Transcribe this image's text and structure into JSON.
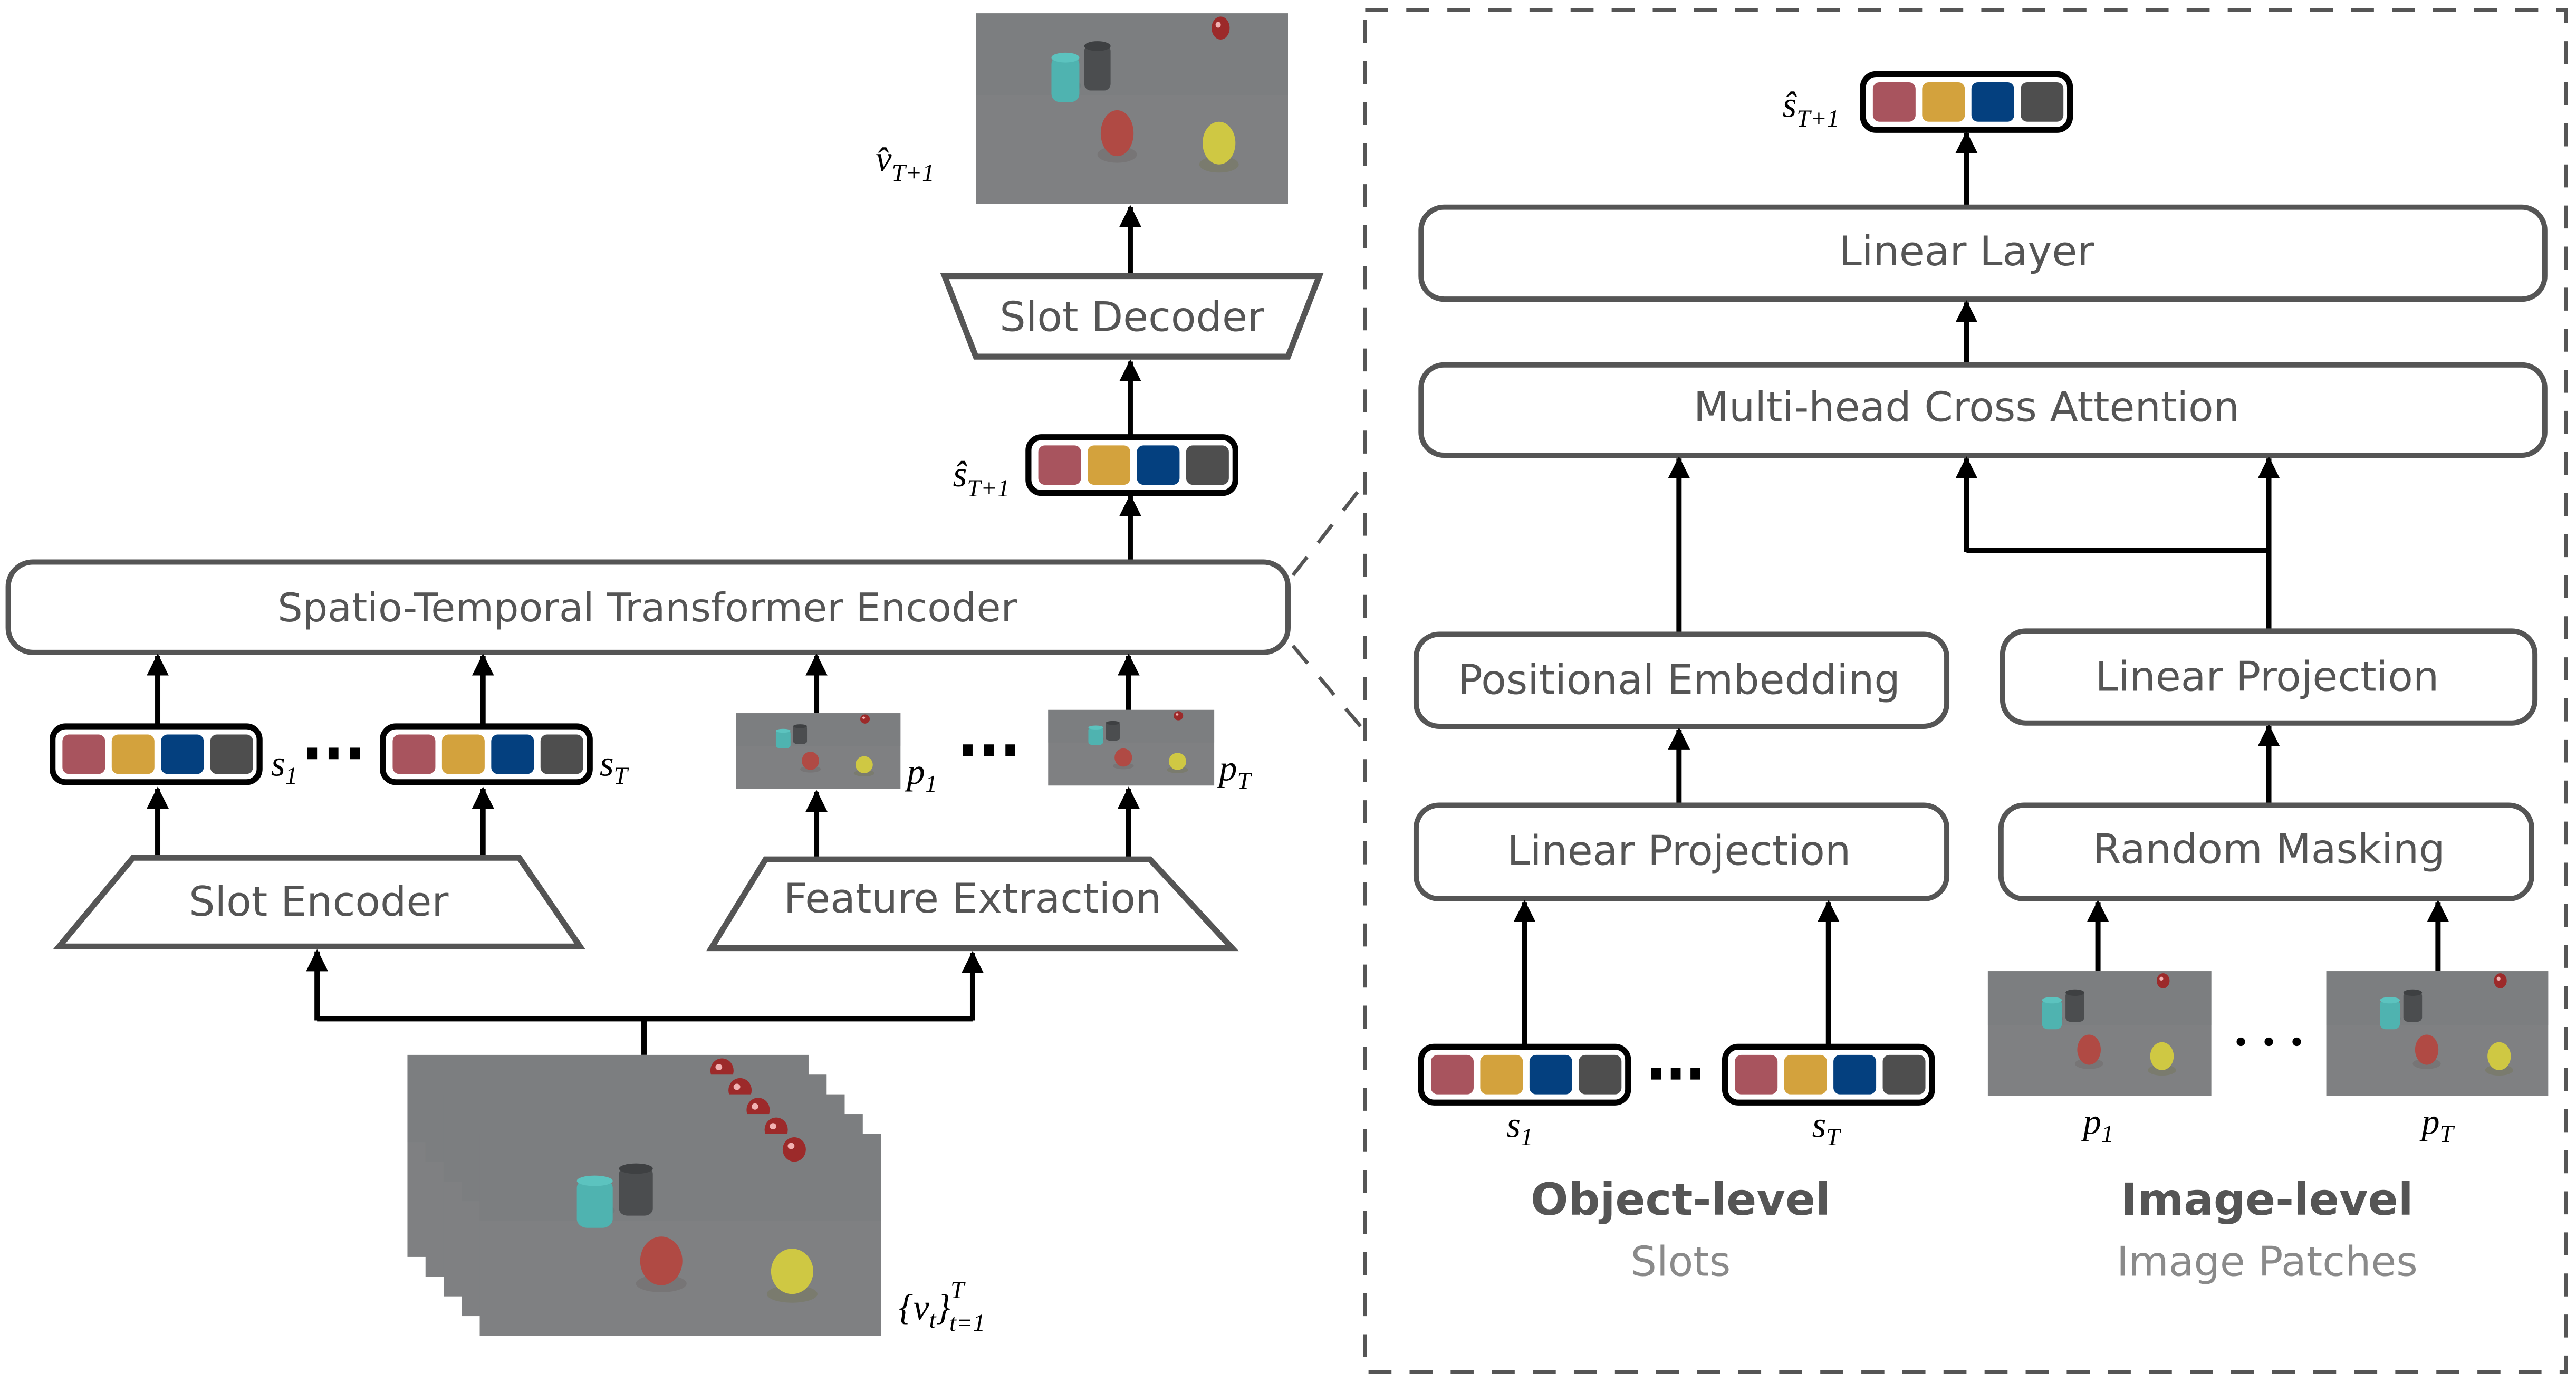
{
  "figure": {
    "left_pipeline": {
      "predicted_frame_label": {
        "base": "v̂",
        "sub": "T+1"
      },
      "slot_decoder": "Slot Decoder",
      "predicted_slot_label": {
        "base": "ŝ",
        "sub": "T+1"
      },
      "encoder": "Spatio-Temporal Transformer Encoder",
      "slot_labels": [
        {
          "base": "s",
          "sub": "1"
        },
        {
          "base": "s",
          "sub": "T"
        }
      ],
      "patch_labels": [
        {
          "base": "p",
          "sub": "1"
        },
        {
          "base": "p",
          "sub": "T"
        }
      ],
      "slot_encoder": "Slot Encoder",
      "feature_extraction": "Feature Extraction",
      "input_frames_label": {
        "open": "{",
        "base": "v",
        "base_sub": "t",
        "close": "}",
        "sup": "T",
        "sub": "t=1"
      },
      "input_frame_count": 5
    },
    "detail_panel": {
      "predicted_slot_label": {
        "base": "ŝ",
        "sub": "T+1"
      },
      "linear_layer": "Linear Layer",
      "cross_attention": "Multi-head Cross Attention",
      "positional_embedding": "Positional Embedding",
      "linear_projection_image": "Linear Projection",
      "linear_projection_slots": "Linear Projection",
      "random_masking": "Random Masking",
      "slot_labels": [
        {
          "base": "s",
          "sub": "1"
        },
        {
          "base": "s",
          "sub": "T"
        }
      ],
      "patch_labels": [
        {
          "base": "p",
          "sub": "1"
        },
        {
          "base": "p",
          "sub": "T"
        }
      ],
      "object_level": {
        "title": "Object-level",
        "subtitle": "Slots"
      },
      "image_level": {
        "title": "Image-level",
        "subtitle": "Image Patches"
      }
    },
    "slot_colors": [
      "#A8545E",
      "#D3A23D",
      "#04407F",
      "#4E4E4E"
    ],
    "colors": {
      "box_stroke": "#555555",
      "arrow": "#000000",
      "scene_background": "#7d7e80",
      "subtitle_text": "#8a8a8a"
    }
  }
}
